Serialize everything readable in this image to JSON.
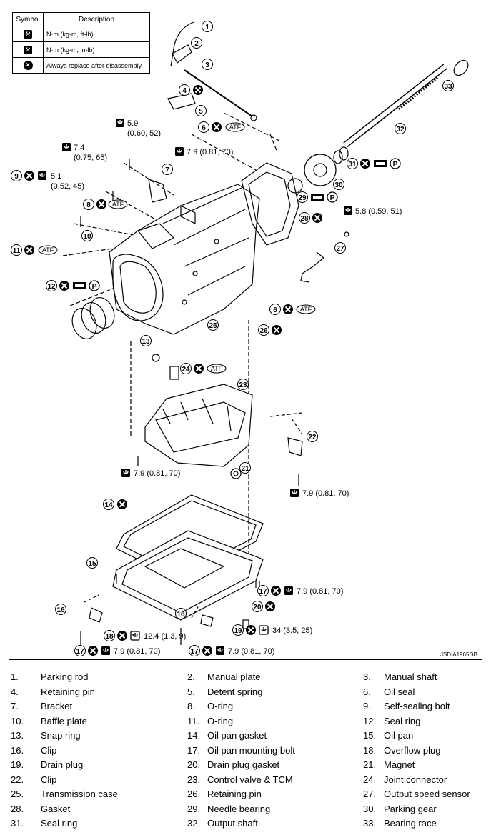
{
  "legend": {
    "header_symbol": "Symbol",
    "header_description": "Description",
    "rows": [
      {
        "icon": "torque-ftlb-icon",
        "description": "N·m (kg-m, ft-lb)"
      },
      {
        "icon": "torque-inlb-icon",
        "description": "N·m (kg-m, in-lb)"
      },
      {
        "icon": "replace-icon",
        "description": "Always replace after disassembly."
      }
    ]
  },
  "callouts": {
    "c1": "1",
    "c2": "2",
    "c3": "3",
    "c4": "4",
    "c5": "5",
    "c6a": "6",
    "c6b": "6",
    "c7": "7",
    "c8": "8",
    "c9": "9",
    "c10": "10",
    "c11": "11",
    "c12": "12",
    "c13": "13",
    "c14": "14",
    "c15": "15",
    "c16a": "16",
    "c16b": "16",
    "c17a": "17",
    "c17b": "17",
    "c17c": "17",
    "c18": "18",
    "c19": "19",
    "c20": "20",
    "c21": "21",
    "c22": "22",
    "c23": "23",
    "c24": "24",
    "c25": "25",
    "c26": "26",
    "c27": "27",
    "c28": "28",
    "c29": "29",
    "c30": "30",
    "c31": "31",
    "c32": "32",
    "c33": "33"
  },
  "torques": {
    "t5_9a": "5.9",
    "t5_9b": "(0.60, 52)",
    "t7_4a": "7.4",
    "t7_4b": "(0.75, 65)",
    "t5_1a": "5.1",
    "t5_1b": "(0.52, 45)",
    "t7_9_top": "7.9 (0.81, 70)",
    "t5_8": "5.8 (0.59, 51)",
    "t7_9_cv": "7.9 (0.81, 70)",
    "t7_9_clip": "7.9 (0.81, 70)",
    "t7_9_pan_r": "7.9 (0.81, 70)",
    "t34": "34 (3.5, 25)",
    "t12_4": "12.4 (1.3, 9)",
    "t7_9_bl": "7.9 (0.81, 70)",
    "t7_9_bm": "7.9 (0.81, 70)"
  },
  "badges": {
    "atf": "ATF",
    "p": "P"
  },
  "diagram_code": "JSDIA1965GB",
  "parts": [
    {
      "num": "1.",
      "name": "Parking rod"
    },
    {
      "num": "2.",
      "name": "Manual plate"
    },
    {
      "num": "3.",
      "name": "Manual shaft"
    },
    {
      "num": "4.",
      "name": "Retaining pin"
    },
    {
      "num": "5.",
      "name": "Detent spring"
    },
    {
      "num": "6.",
      "name": "Oil seal"
    },
    {
      "num": "7.",
      "name": "Bracket"
    },
    {
      "num": "8.",
      "name": "O-ring"
    },
    {
      "num": "9.",
      "name": "Self-sealing bolt"
    },
    {
      "num": "10.",
      "name": "Baffle plate"
    },
    {
      "num": "11.",
      "name": "O-ring"
    },
    {
      "num": "12.",
      "name": "Seal ring"
    },
    {
      "num": "13.",
      "name": "Snap ring"
    },
    {
      "num": "14.",
      "name": "Oil pan gasket"
    },
    {
      "num": "15.",
      "name": "Oil pan"
    },
    {
      "num": "16.",
      "name": "Clip"
    },
    {
      "num": "17.",
      "name": "Oil pan mounting bolt"
    },
    {
      "num": "18.",
      "name": "Overflow plug"
    },
    {
      "num": "19.",
      "name": "Drain plug"
    },
    {
      "num": "20.",
      "name": "Drain plug gasket"
    },
    {
      "num": "21.",
      "name": "Magnet"
    },
    {
      "num": "22.",
      "name": "Clip"
    },
    {
      "num": "23.",
      "name": "Control valve & TCM"
    },
    {
      "num": "24.",
      "name": "Joint connector"
    },
    {
      "num": "25.",
      "name": "Transmission case"
    },
    {
      "num": "26.",
      "name": "Retaining pin"
    },
    {
      "num": "27.",
      "name": "Output speed sensor"
    },
    {
      "num": "28.",
      "name": "Gasket"
    },
    {
      "num": "29.",
      "name": "Needle bearing"
    },
    {
      "num": "30.",
      "name": "Parking gear"
    },
    {
      "num": "31.",
      "name": "Seal ring"
    },
    {
      "num": "32.",
      "name": "Output shaft"
    },
    {
      "num": "33.",
      "name": "Bearing race"
    }
  ]
}
